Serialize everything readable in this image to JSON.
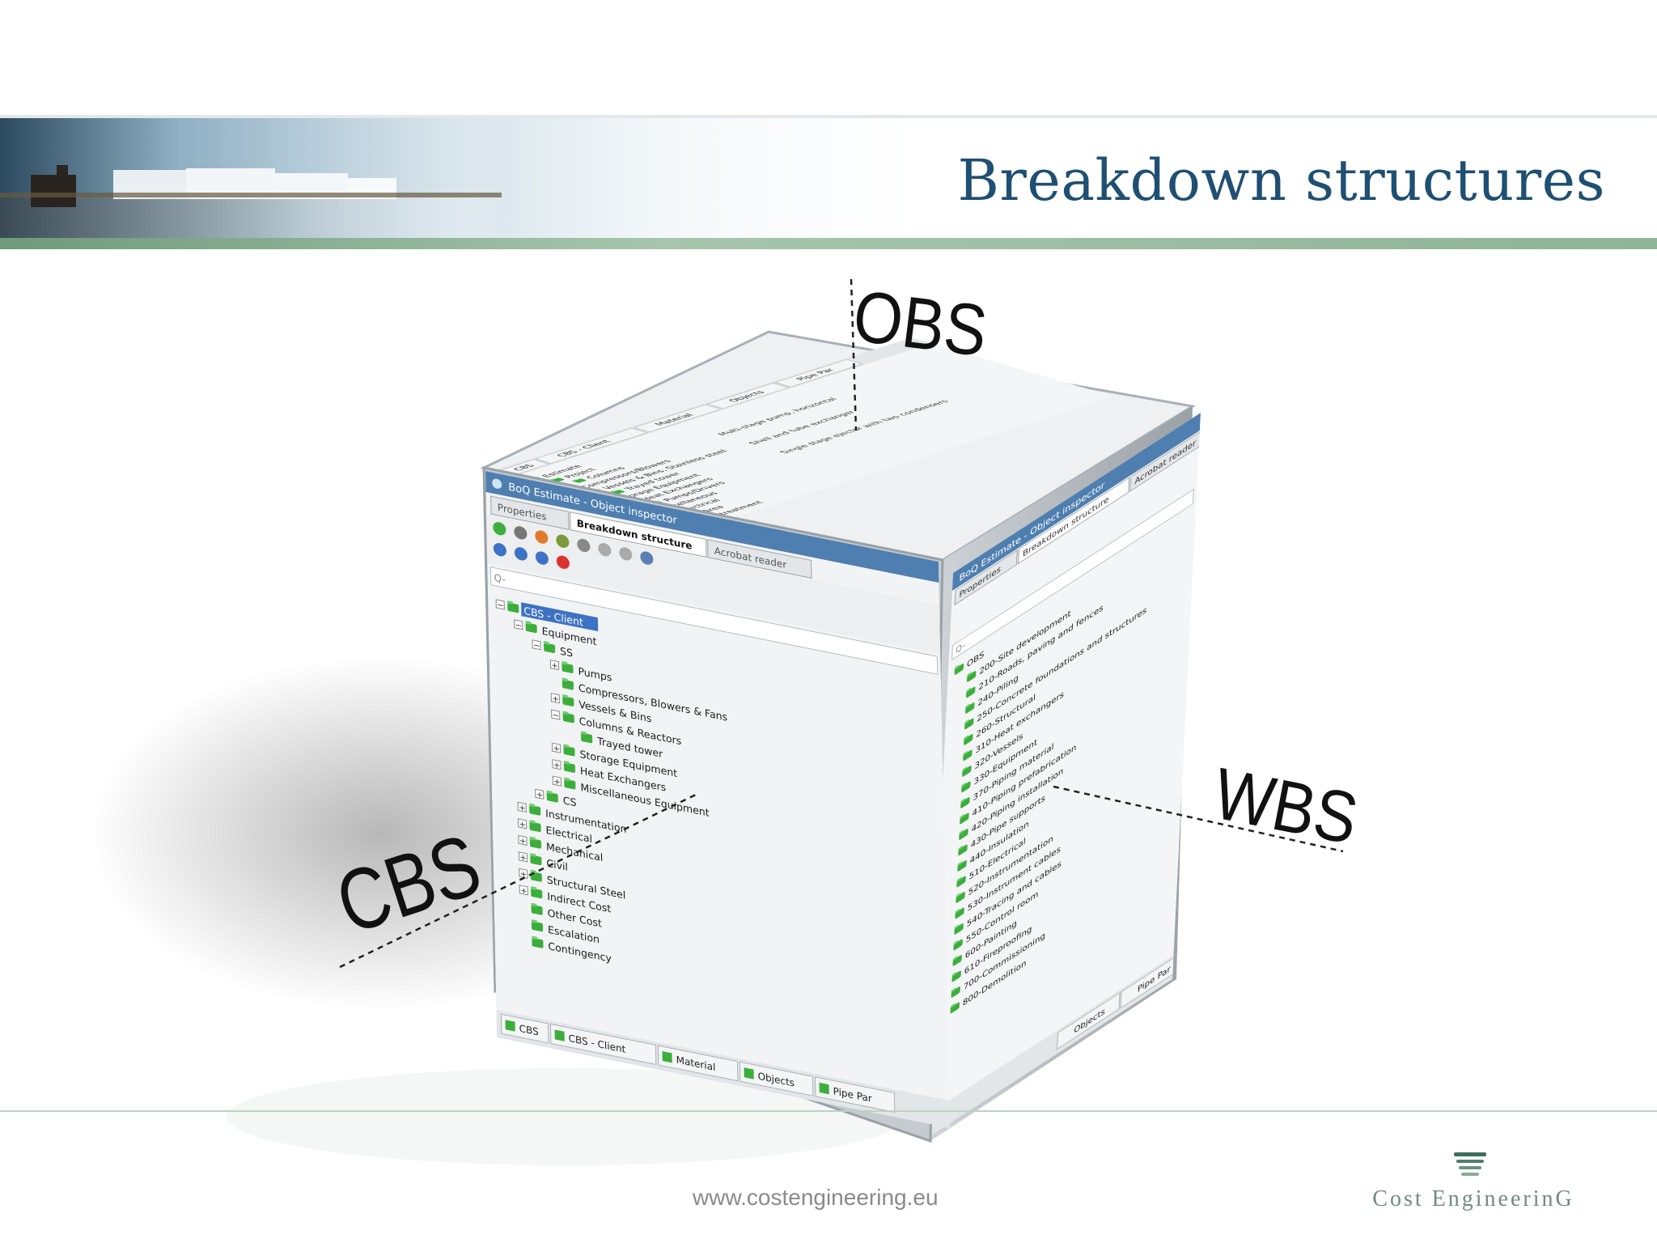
{
  "slide": {
    "title": "Breakdown structures",
    "footer_url": "www.costengineering.eu",
    "brand": "Cost EngineerinG"
  },
  "axes": {
    "obs": "OBS",
    "wbs": "WBS",
    "cbs": "CBS"
  },
  "front": {
    "window_title": "BoQ Estimate - Object inspector",
    "tabs": [
      "Properties",
      "Breakdown structure",
      "Acrobat reader"
    ],
    "search_placeholder": "Q-",
    "tree": [
      {
        "label": "CBS - Client",
        "level": 0,
        "expander": "−",
        "selected": true
      },
      {
        "label": "Equipment",
        "level": 1,
        "expander": "−"
      },
      {
        "label": "SS",
        "level": 2,
        "expander": "−"
      },
      {
        "label": "Pumps",
        "level": 3,
        "expander": "+"
      },
      {
        "label": "Compressors, Blowers & Fans",
        "level": 3,
        "expander": ""
      },
      {
        "label": "Vessels & Bins",
        "level": 3,
        "expander": "+"
      },
      {
        "label": "Columns & Reactors",
        "level": 3,
        "expander": "−"
      },
      {
        "label": "Trayed tower",
        "level": 4,
        "expander": ""
      },
      {
        "label": "Storage Equipment",
        "level": 3,
        "expander": "+"
      },
      {
        "label": "Heat Exchangers",
        "level": 3,
        "expander": "+"
      },
      {
        "label": "Miscellaneous Equipment",
        "level": 3,
        "expander": "+"
      },
      {
        "label": "CS",
        "level": 2,
        "expander": "+"
      },
      {
        "label": "Instrumentation",
        "level": 1,
        "expander": "+"
      },
      {
        "label": "Electrical",
        "level": 1,
        "expander": "+"
      },
      {
        "label": "Mechanical",
        "level": 1,
        "expander": "+"
      },
      {
        "label": "Civil",
        "level": 1,
        "expander": "+"
      },
      {
        "label": "Structural Steel",
        "level": 1,
        "expander": "+"
      },
      {
        "label": "Indirect Cost",
        "level": 1,
        "expander": "+"
      },
      {
        "label": "Other Cost",
        "level": 1,
        "expander": ""
      },
      {
        "label": "Escalation",
        "level": 1,
        "expander": ""
      },
      {
        "label": "Contingency",
        "level": 1,
        "expander": ""
      }
    ],
    "bottom_tabs": [
      "CBS",
      "CBS - Client",
      "Material",
      "Objects",
      "Pipe Par"
    ]
  },
  "right": {
    "window_title": "BoQ Estimate - Object inspector",
    "tabs": [
      "Properties",
      "Breakdown structure",
      "Acrobat reader"
    ],
    "search_placeholder": "Q-",
    "tree": [
      "OBS",
      "200-Site development",
      "210-Roads, paving and fences",
      "240-Piling",
      "250-Concrete foundations and structures",
      "260-Structural",
      "310-Heat exchangers",
      "320-Vessels",
      "330-Equipment",
      "370-Piping material",
      "410-Piping prefabrication",
      "420-Piping installation",
      "430-Pipe supports",
      "440-Insulation",
      "510-Electrical",
      "520-Instrumentation",
      "530-Instrument cables",
      "540-Tracing and cables",
      "550-Control room",
      "600-Painting",
      "610-Fireproofing",
      "700-Commissioning",
      "800-Demolition"
    ],
    "bottom_tabs": [
      "Objects",
      "Pipe Par"
    ]
  },
  "top": {
    "tree": [
      "Estimate",
      "Project",
      "Columns",
      "Compressors/Blowers",
      "Vessels & Bins, Stainless steel",
      "Trayed tower",
      "Storage Equipment",
      "Heat Exchangers",
      "Pumps/Drivers",
      "Miscellaneous",
      "Electrical",
      "Area",
      "Plant treatment"
    ],
    "notes": [
      "Multi-stage pump, horizontal",
      "Shell and tube exchanger",
      "Single stage ejector with two condensers"
    ],
    "bottom_tabs": [
      "CBS",
      "CBS - Client",
      "Material",
      "Objects",
      "Pipe Par"
    ]
  },
  "colors": {
    "title": "#1f4f72",
    "green_stripe": "#8fb496",
    "tree_icon": "#3cae3c",
    "window_titlebar": "#4f7fb0",
    "selection": "#3d72c4"
  }
}
